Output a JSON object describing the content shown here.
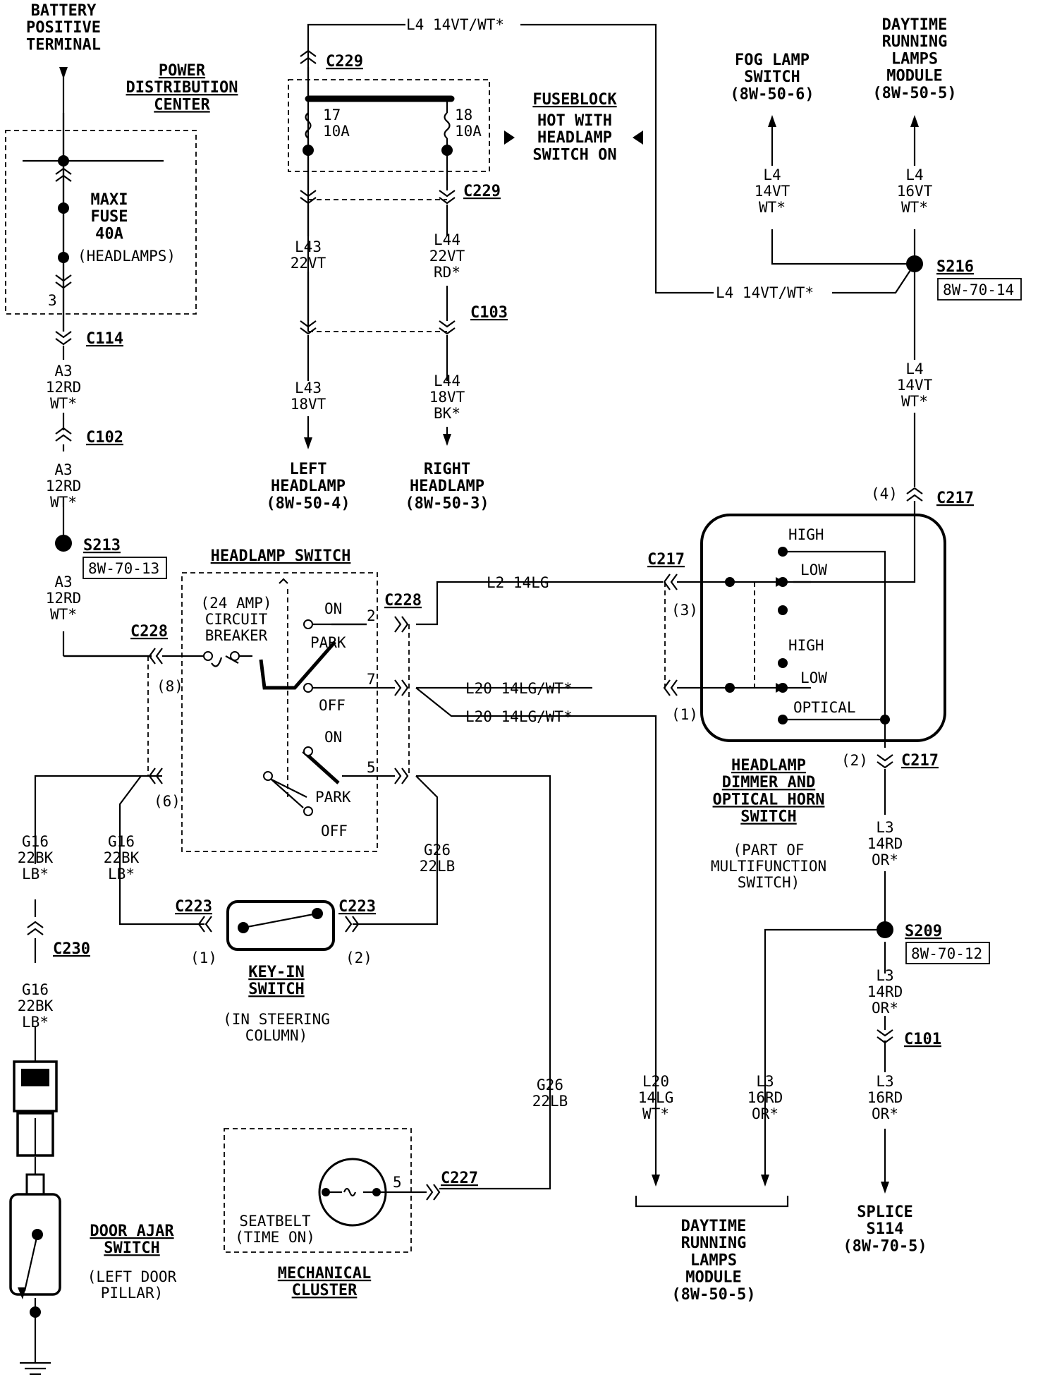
{
  "components": {
    "battery": "BATTERY\nPOSITIVE\nTERMINAL",
    "pdc_title": "POWER\nDISTRIBUTION\nCENTER",
    "maxi_fuse": "MAXI\nFUSE\n40A",
    "maxi_fuse_note": "(HEADLAMPS)",
    "pdc_pin": "3",
    "fuseblock_title": "FUSEBLOCK",
    "fuseblock_note": "HOT WITH\nHEADLAMP\nSWITCH ON",
    "fuse17": "17\n10A",
    "fuse18": "18\n10A",
    "fog_lamp_switch": "FOG LAMP\nSWITCH\n(8W-50-6)",
    "drl_module_top": "DAYTIME\nRUNNING\nLAMPS\nMODULE\n(8W-50-5)",
    "left_headlamp": "LEFT\nHEADLAMP\n(8W-50-4)",
    "right_headlamp": "RIGHT\nHEADLAMP\n(8W-50-3)",
    "headlamp_switch": "HEADLAMP SWITCH",
    "circuit_breaker": "(24 AMP)\nCIRCUIT\nBREAKER",
    "sw_on": "ON",
    "sw_park": "PARK",
    "sw_off": "OFF",
    "dimmer_title": "HEADLAMP\nDIMMER AND\nOPTICAL HORN\nSWITCH",
    "dimmer_note": "(PART OF\nMULTIFUNCTION\nSWITCH)",
    "dimmer_high": "HIGH",
    "dimmer_low": "LOW",
    "dimmer_optical": "OPTICAL",
    "key_in_switch": "KEY-IN\nSWITCH",
    "key_in_note": "(IN STEERING\nCOLUMN)",
    "door_ajar": "DOOR AJAR\nSWITCH",
    "door_ajar_note": "(LEFT DOOR\nPILLAR)",
    "mech_cluster": "MECHANICAL\nCLUSTER",
    "seatbelt": "SEATBELT\n(TIME ON)",
    "drl_module_bottom": "DAYTIME\nRUNNING\nLAMPS\nMODULE\n(8W-50-5)",
    "splice_s114": "SPLICE\nS114\n(8W-70-5)"
  },
  "connectors": {
    "c229": "C229",
    "c114": "C114",
    "c102": "C102",
    "c103": "C103",
    "c217": "C217",
    "c228": "C228",
    "c223": "C223",
    "c230": "C230",
    "c227": "C227",
    "c101": "C101",
    "s213": "S213",
    "s213_ref": "8W-70-13",
    "s216": "S216",
    "s216_ref": "8W-70-14",
    "s209": "S209",
    "s209_ref": "8W-70-12"
  },
  "pins": {
    "c228_2": "2",
    "c228_7": "7",
    "c228_5": "5",
    "c228_8": "(8)",
    "c228_6": "(6)",
    "c217_3": "(3)",
    "c217_1": "(1)",
    "c217_4": "(4)",
    "c217_2": "(2)",
    "c223_1": "(1)",
    "c223_2": "(2)",
    "c227_5": "5"
  },
  "wires": {
    "l4_top": "L4  14VT/WT*",
    "l4_mid": "L4  14VT/WT*",
    "l4_fog": "L4\n14VT\nWT*",
    "l4_drl": "L4\n16VT\nWT*",
    "l4_s216_down": "L4\n14VT\nWT*",
    "l43_22": "L43\n22VT",
    "l44_22": "L44\n22VT\nRD*",
    "l43_18": "L43\n18VT",
    "l44_18": "L44\n18VT\nBK*",
    "a3_1": "A3\n12RD\nWT*",
    "a3_2": "A3\n12RD\nWT*",
    "a3_3": "A3\n12RD\nWT*",
    "l2": "L2  14LG",
    "l20_a": "L20  14LG/WT*",
    "l20_b": "L20  14LG/WT*",
    "g16_a": "G16\n22BK\nLB*",
    "g16_b": "G16\n22BK\nLB*",
    "g16_c": "G16\n22BK\nLB*",
    "g26_a": "G26\n22LB",
    "g26_b": "G26\n22LB",
    "l3_a": "L3\n14RD\nOR*",
    "l3_b": "L3\n14RD\nOR*",
    "l3_c": "L3\n16RD\nOR*",
    "l3_d": "L3\n16RD\nOR*",
    "l20_drl": "L20\n14LG\nWT*"
  }
}
